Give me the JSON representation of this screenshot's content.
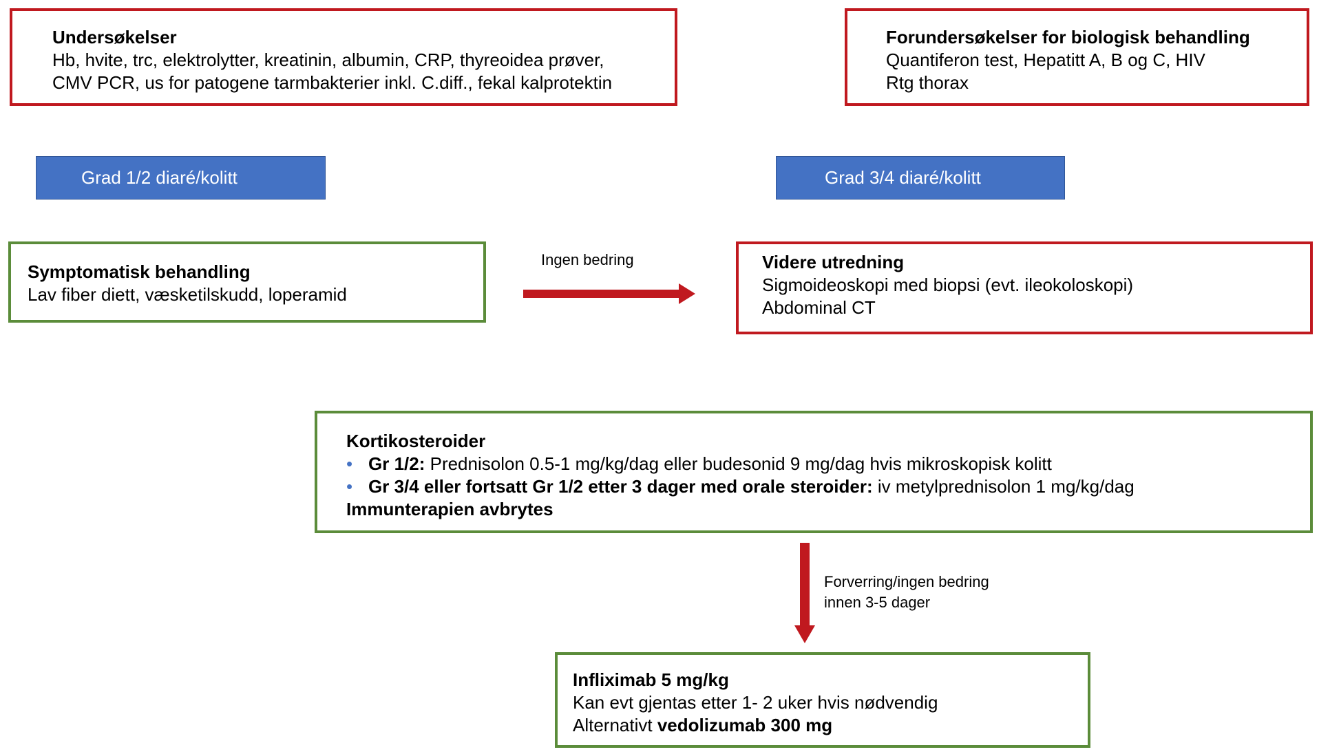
{
  "undersokelser": {
    "title": "Undersøkelser",
    "line1": "Hb, hvite, trc, elektrolytter, kreatinin, albumin, CRP, thyreoidea prøver,",
    "line2": "CMV PCR, us for patogene tarmbakterier inkl. C.diff., fekal kalprotektin"
  },
  "forundersokelser": {
    "title": "Forundersøkelser for biologisk behandling",
    "line1": "Quantiferon test, Hepatitt A, B og C, HIV",
    "line2": "Rtg thorax"
  },
  "grade_left": {
    "label": "Grad 1/2 diaré/kolitt"
  },
  "grade_right": {
    "label": "Grad 3/4 diaré/kolitt"
  },
  "symptomatisk": {
    "title": "Symptomatisk behandling",
    "line1": "Lav fiber diett, væsketilskudd, loperamid"
  },
  "arrow_right": {
    "label": "Ingen bedring"
  },
  "videre": {
    "title": "Videre utredning",
    "line1": "Sigmoideoskopi med biopsi (evt. ileokoloskopi)",
    "line2": "Abdominal CT"
  },
  "kortiko": {
    "title": "Kortikosteroider",
    "bullet_symbol": "•",
    "item1_bold": "Gr 1/2:",
    "item1_text": " Prednisolon 0.5-1 mg/kg/dag eller budesonid 9 mg/dag hvis mikroskopisk kolitt",
    "item2_bold": "Gr 3/4 eller fortsatt Gr 1/2 etter 3 dager med orale steroider:",
    "item2_text": " iv metylprednisolon 1 mg/kg/dag",
    "footer": "Immunterapien avbrytes"
  },
  "arrow_down": {
    "line1": "Forverring/ingen bedring",
    "line2": "innen 3-5 dager"
  },
  "infliximab": {
    "title": "Infliximab 5 mg/kg",
    "line1": "Kan evt gjentas etter 1- 2 uker hvis nødvendig",
    "line2_prefix": "Alternativt ",
    "line2_bold": "vedolizumab 300 mg"
  },
  "colors": {
    "red_border": "#c0191f",
    "green_border": "#5b8c3a",
    "blue_fill": "#4472c4",
    "arrow": "#c0191f"
  }
}
